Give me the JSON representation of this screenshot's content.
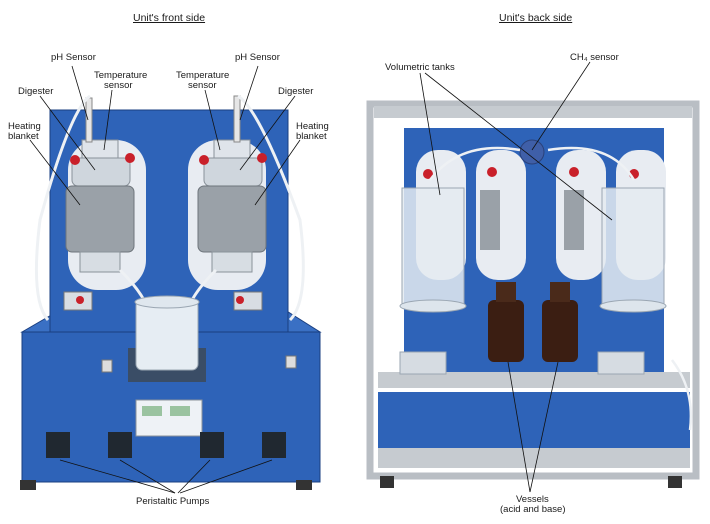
{
  "front": {
    "title": "Unit's front side",
    "labels": {
      "ph_left": "pH Sensor",
      "ph_right": "pH Sensor",
      "temp_left_1": "Temperature",
      "temp_left_2": "sensor",
      "temp_right_1": "Temperature",
      "temp_right_2": "sensor",
      "digester_left": "Digester",
      "digester_right": "Digester",
      "heating_left_1": "Heating",
      "heating_left_2": "blanket",
      "heating_right_1": "Heating",
      "heating_right_2": "blanket",
      "pumps": "Peristaltic Pumps"
    }
  },
  "back": {
    "title": "Unit's back side",
    "labels": {
      "volumetric": "Volumetric tanks",
      "ch4": "CH₄ sensor",
      "vessels_1": "Vessels",
      "vessels_2": "(acid and base)"
    }
  },
  "colors": {
    "panel_blue": "#2e63b8",
    "dark_blue": "#1f4a94",
    "frame_gray": "#b9bec4",
    "heating_gray": "#9aa1a8",
    "bottle_brown": "#3b1e12",
    "accent_red": "#c9202a"
  }
}
